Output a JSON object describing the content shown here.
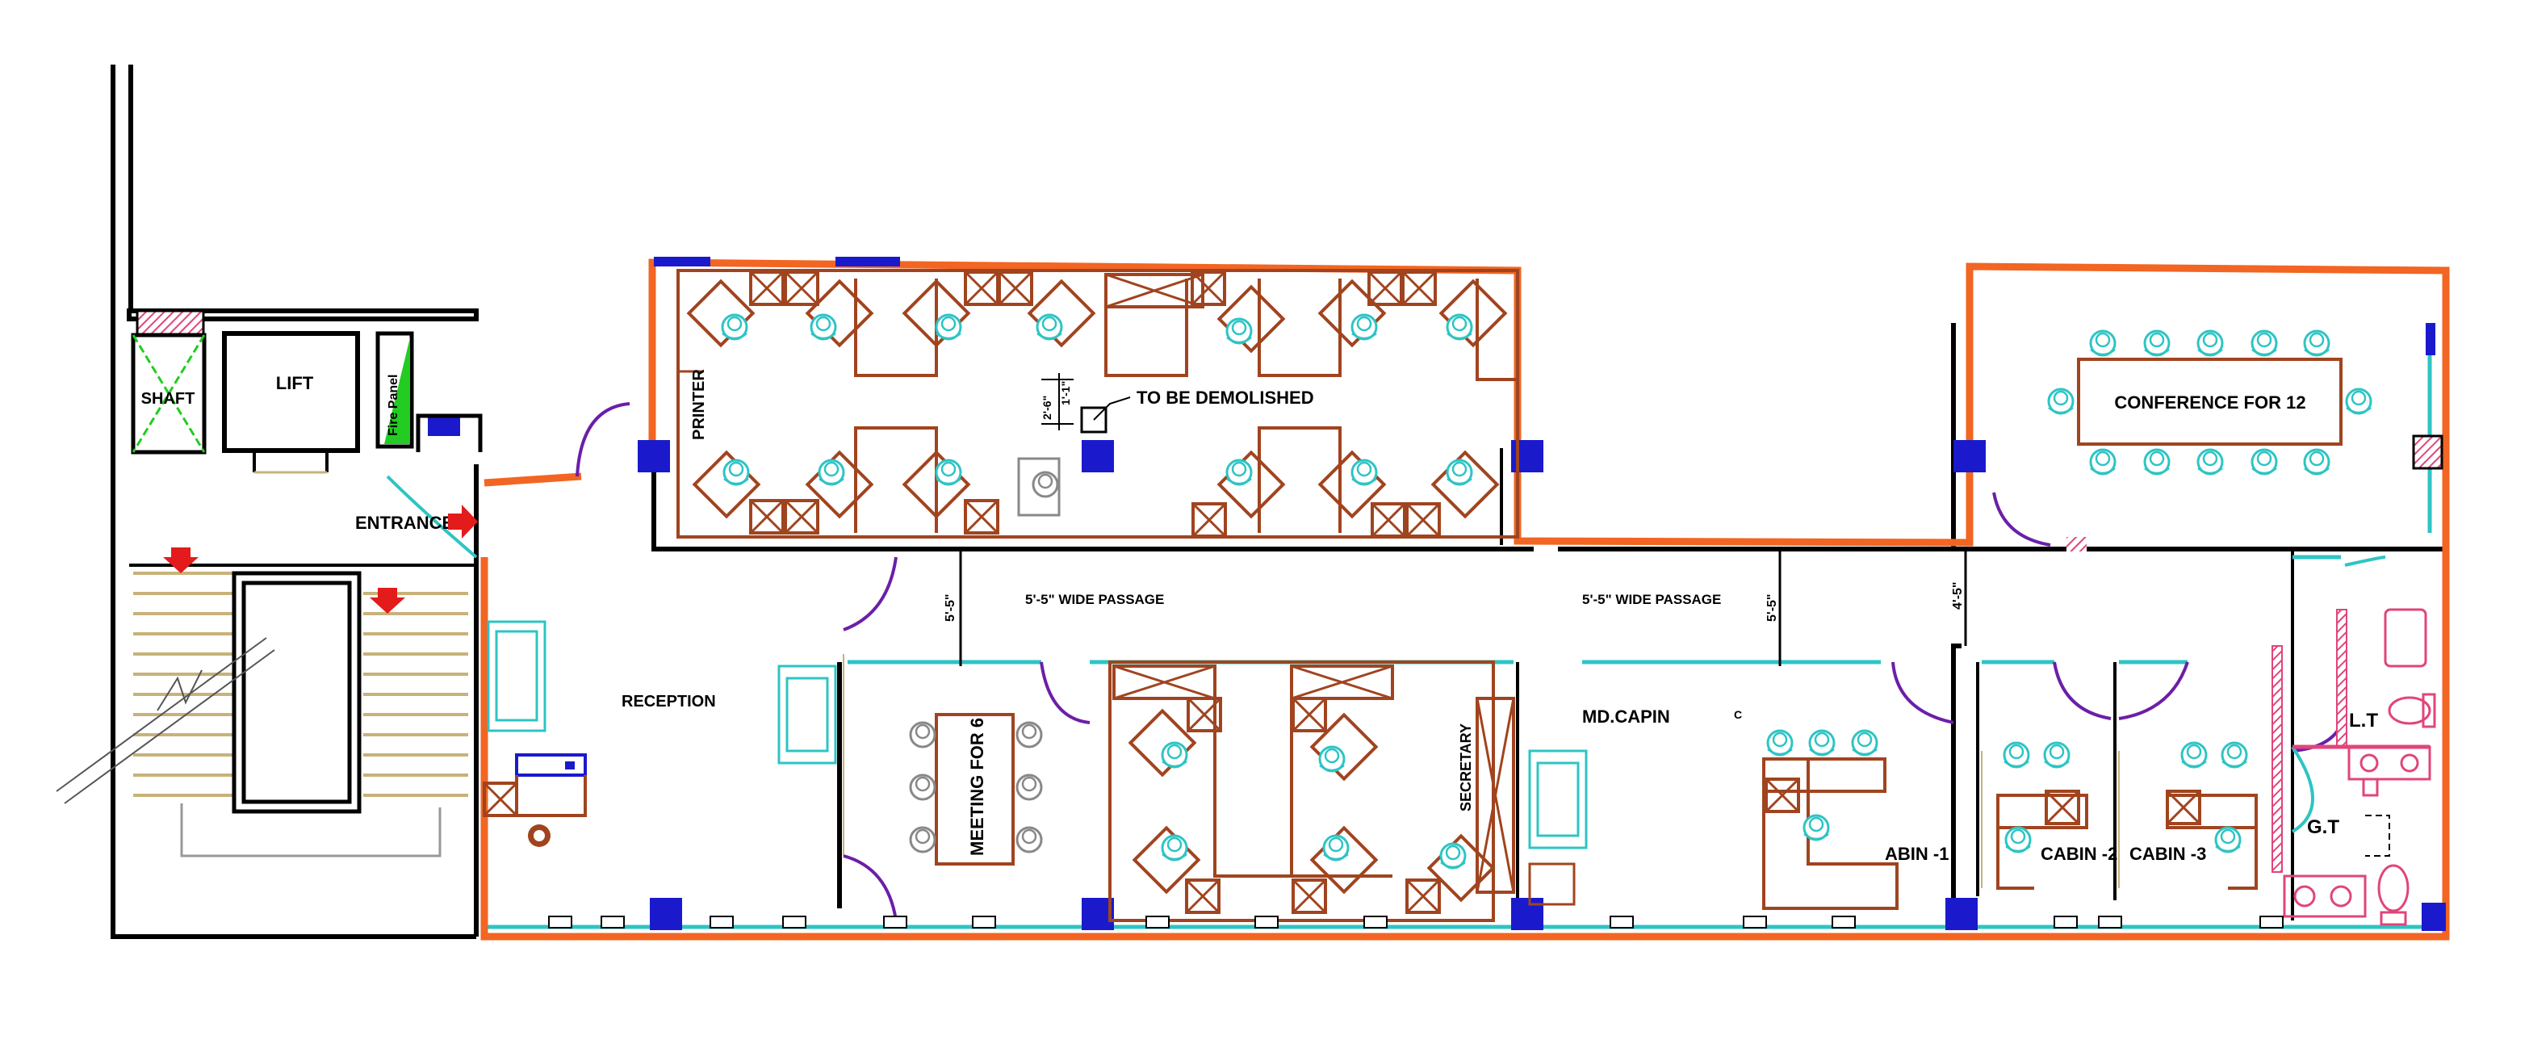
{
  "labels": {
    "shaft": "SHAFT",
    "lift": "LIFT",
    "fire_panel": "Fire Panel",
    "entrance": "ENTRANCE",
    "reception": "RECEPTION",
    "printer": "PRINTER",
    "to_be_demolished": "TO BE DEMOLISHED",
    "dim_2_6": "2'-6\"",
    "dim_1_1": "1'-1\"",
    "passage_left": "5'-5\" WIDE PASSAGE",
    "passage_right": "5'-5\" WIDE PASSAGE",
    "dim_passage_1": "5'-5\"",
    "dim_passage_2": "5'-5\"",
    "dim_passage_3": "4'-5\"",
    "meeting": "MEETING FOR 6",
    "secretary": "SECRETARY",
    "md_cabin": "MD.CAPIN",
    "cabin1": "ABIN -1",
    "cabin2": "CABIN -2",
    "cabin3": "CABIN -3",
    "conference": "CONFERENCE FOR 12",
    "lt": "L.T",
    "gt": "G.T",
    "mark_c": "C"
  },
  "colors": {
    "wall": "#000000",
    "demolish_outline": "#f26522",
    "furniture": "#a0441f",
    "chair": "#2ec4c4",
    "column": "#1a1acc",
    "door": "#6b1fa8",
    "hatch": "#e0457b",
    "arrow": "#e31b1b",
    "stair": "#c8b27a",
    "fire_panel": "#22cc22"
  }
}
